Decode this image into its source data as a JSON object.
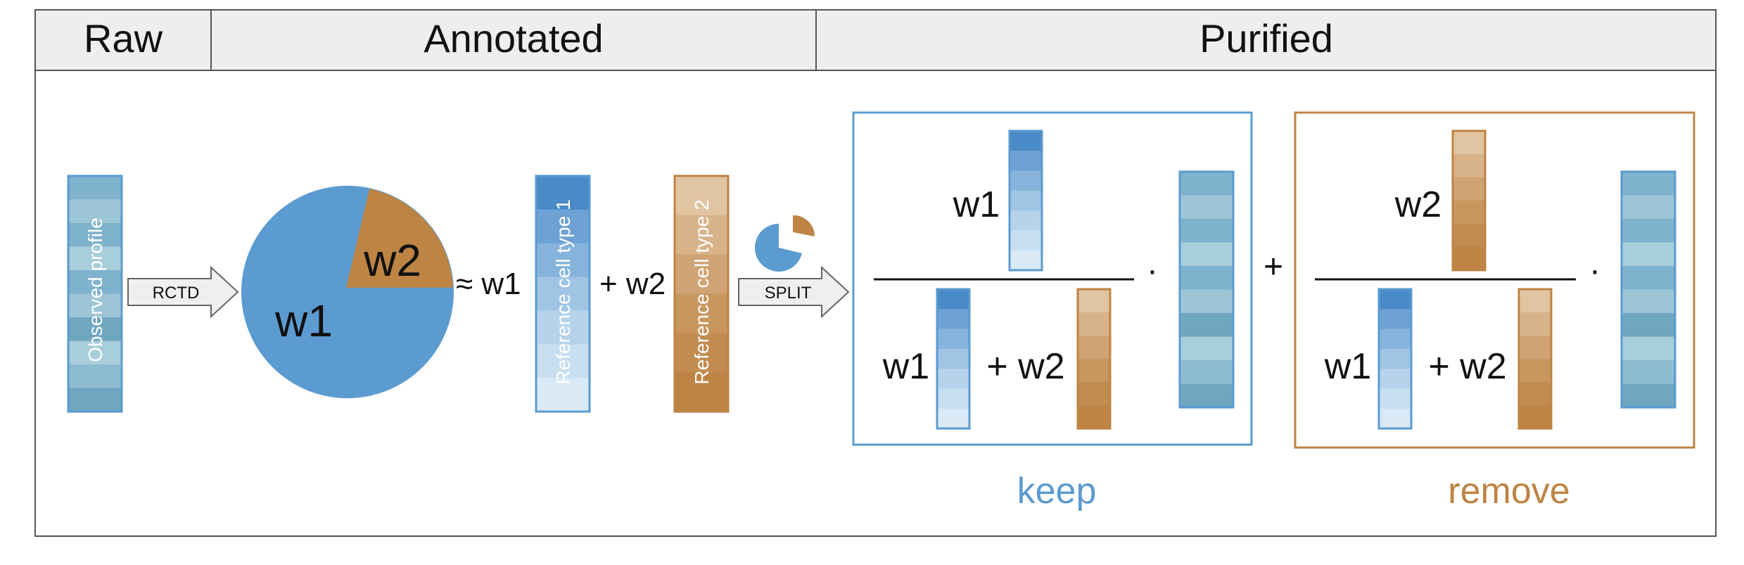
{
  "header": {
    "raw": "Raw",
    "annotated": "Annotated",
    "purified": "Purified"
  },
  "observed": {
    "label": "Observed profile"
  },
  "rctd_arrow": {
    "label": "RCTD"
  },
  "pie": {
    "w1": "w1",
    "w2": "w2",
    "w2_share": 0.21
  },
  "approx": {
    "text": "≈ w1"
  },
  "plus_w2": {
    "text": "+ w2"
  },
  "ref1": {
    "label": "Reference cell type 1"
  },
  "ref2": {
    "label": "Reference cell type 2"
  },
  "split_arrow": {
    "label": "SPLIT"
  },
  "keep_box": {
    "numerator": "w1",
    "denom_w1": "w1",
    "denom_w2": "+ w2",
    "dot": "·",
    "caption": "keep"
  },
  "middle_plus": "+",
  "remove_box": {
    "numerator": "w2",
    "denom_w1": "w1",
    "denom_w2": "+ w2",
    "dot": "·",
    "caption": "remove"
  },
  "colors": {
    "blue": "#5b9bd0",
    "brown": "#bd8444",
    "keep": "#5b9bd0",
    "remove": "#bd8444"
  },
  "profiles": {
    "observed": [
      "#7fb2cc",
      "#9cc5d6",
      "#7fb2cc",
      "#a8cddb",
      "#7fb2cc",
      "#9cc5d6",
      "#6fa6c0",
      "#a8cddb",
      "#8dbcd1",
      "#6fa6c0"
    ],
    "ref1": [
      "#4a8ac7",
      "#6ea2d5",
      "#86b3dc",
      "#a0c4e4",
      "#b6d3eb",
      "#c8def1",
      "#d9e9f6"
    ],
    "ref2": [
      "#e1c4a1",
      "#d8b38a",
      "#cfa373",
      "#c8975f",
      "#c28b50",
      "#bd8444"
    ]
  }
}
